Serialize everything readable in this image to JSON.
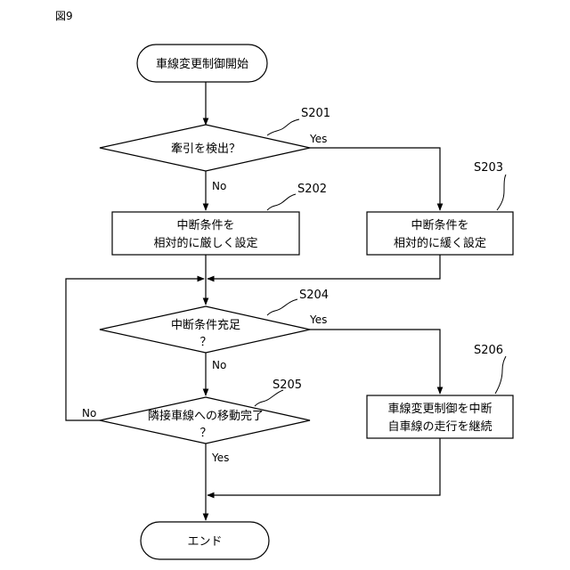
{
  "figure_label": "図9",
  "nodes": {
    "start": "車線変更制御開始",
    "detect": "牽引を検出？",
    "strict": [
      "中断条件を",
      "相対的に厳しく設定"
    ],
    "loose": [
      "中断条件を",
      "相対的に緩く設定"
    ],
    "satisfied": [
      "中断条件充足",
      "？"
    ],
    "complete": [
      "隣接車線への移動完了",
      "？"
    ],
    "abort": [
      "車線変更制御を中断",
      "自車線の走行を継続"
    ],
    "end": "エンド"
  },
  "steps": {
    "s201": "S201",
    "s202": "S202",
    "s203": "S203",
    "s204": "S204",
    "s205": "S205",
    "s206": "S206"
  },
  "branches": {
    "detect_yes": "Yes",
    "detect_no": "No",
    "satisfied_yes": "Yes",
    "satisfied_no": "No",
    "complete_no": "No",
    "complete_yes": "Yes"
  }
}
